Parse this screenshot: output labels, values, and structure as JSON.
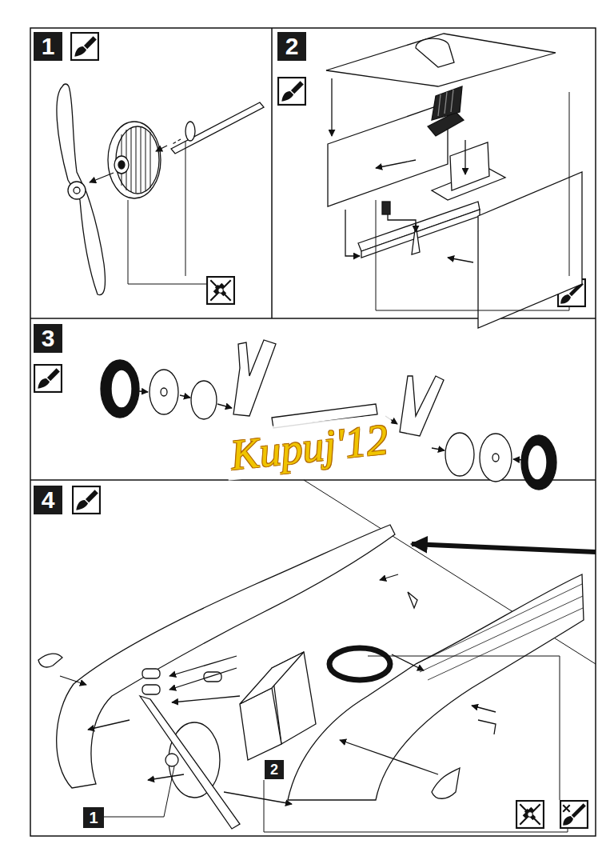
{
  "diagram": {
    "nodes": [
      {
        "text": [
          "1"
        ]
      },
      {
        "text": [
          "2"
        ]
      },
      {
        "text": [
          "3"
        ]
      },
      {
        "text": [
          "4"
        ]
      },
      {
        "text": [
          "2"
        ]
      },
      {
        "text": [
          "1"
        ]
      }
    ],
    "labels": [
      "Kupuj'12"
    ]
  }
}
